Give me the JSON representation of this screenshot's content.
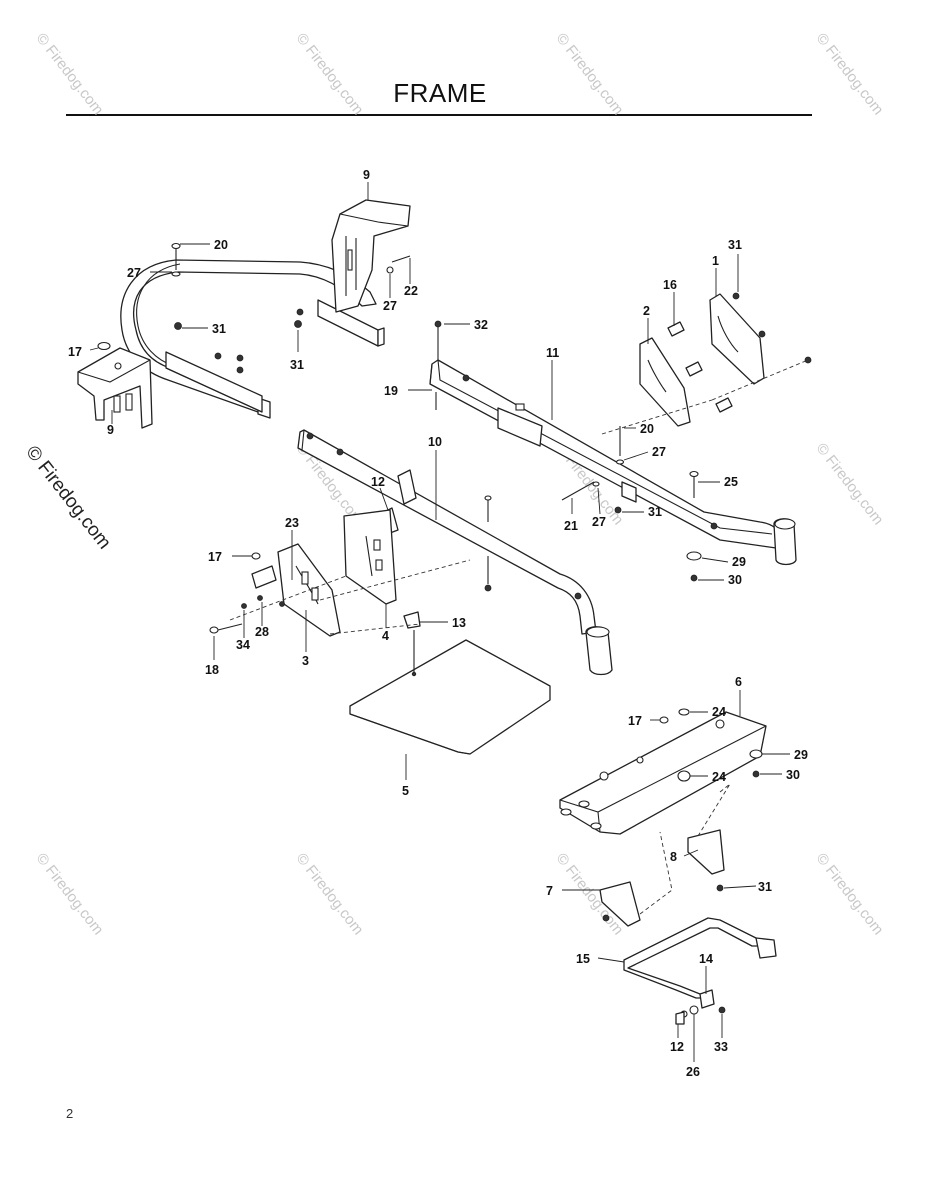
{
  "title": "FRAME",
  "page_mark": "2",
  "watermark_text": "© Firedog.com",
  "side_watermark": "© Firedog.com",
  "callouts": {
    "c1": "1",
    "c2": "2",
    "c3": "3",
    "c4": "4",
    "c5": "5",
    "c6": "6",
    "c7": "7",
    "c8": "8",
    "c9a": "9",
    "c9b": "9",
    "c10": "10",
    "c11": "11",
    "c12a": "12",
    "c12b": "12",
    "c13": "13",
    "c14": "14",
    "c15": "15",
    "c16": "16",
    "c17a": "17",
    "c17b": "17",
    "c17c": "17",
    "c18": "18",
    "c19": "19",
    "c20a": "20",
    "c20b": "20",
    "c21": "21",
    "c22": "22",
    "c23": "23",
    "c24a": "24",
    "c24b": "24",
    "c25": "25",
    "c26": "26",
    "c27a": "27",
    "c27b": "27",
    "c27c": "27",
    "c27d": "27",
    "c28": "28",
    "c29a": "29",
    "c29b": "29",
    "c30a": "30",
    "c30b": "30",
    "c31a": "31",
    "c31b": "31",
    "c31c": "31",
    "c31d": "31",
    "c31e": "31",
    "c32": "32",
    "c33": "33",
    "c34": "34"
  }
}
